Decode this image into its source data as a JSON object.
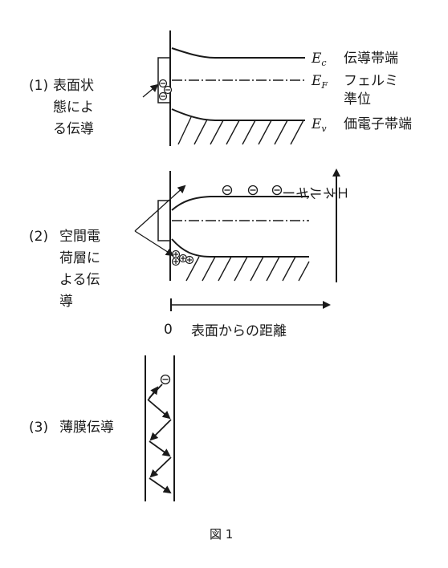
{
  "figure": {
    "caption": "図 1",
    "energy_axis_label": "エネルギー",
    "distance_axis": {
      "origin": "0",
      "label": "表面からの距離"
    }
  },
  "panel1": {
    "label_number": "(1)",
    "label_lines": [
      "表面状",
      "態によ",
      "る伝導"
    ],
    "levels": [
      {
        "symbol": "E",
        "sub": "c",
        "name_lines": [
          "伝導帯端"
        ]
      },
      {
        "symbol": "E",
        "sub": "F",
        "name_lines": [
          "フェルミ",
          "準位"
        ]
      },
      {
        "symbol": "E",
        "sub": "v",
        "name_lines": [
          "価電子帯端"
        ]
      }
    ]
  },
  "panel2": {
    "label_number": "(2)",
    "label_lines": [
      "空間電",
      "荷層に",
      "よる伝",
      "導"
    ]
  },
  "panel3": {
    "label_number": "(3)",
    "label": "薄膜伝導"
  }
}
